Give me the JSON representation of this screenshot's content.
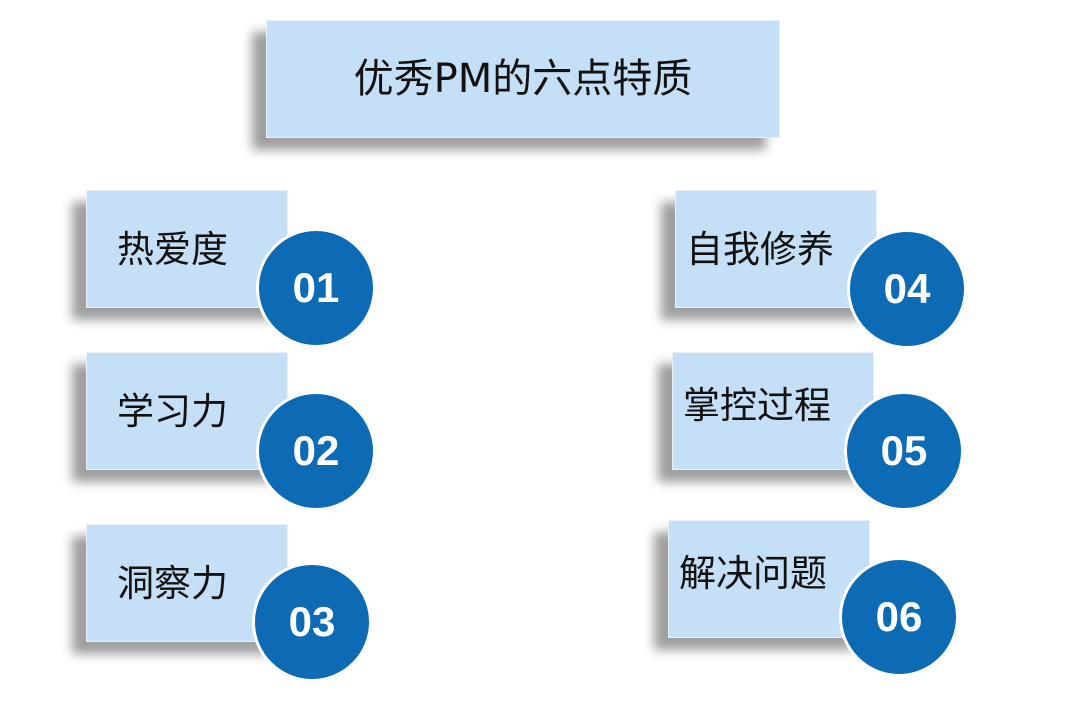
{
  "title": "优秀PM的六点特质",
  "items": [
    {
      "label": "热爱度",
      "number": "01"
    },
    {
      "label": "学习力",
      "number": "02"
    },
    {
      "label": "洞察力",
      "number": "03"
    },
    {
      "label": "自我修养",
      "number": "04"
    },
    {
      "label": "掌控过程",
      "number": "05"
    },
    {
      "label": "解决问题",
      "number": "06"
    }
  ],
  "colors": {
    "box_fill": "#c5dff6",
    "badge_fill": "#0c6bb4",
    "badge_text": "#ffffff",
    "text": "#111111"
  }
}
